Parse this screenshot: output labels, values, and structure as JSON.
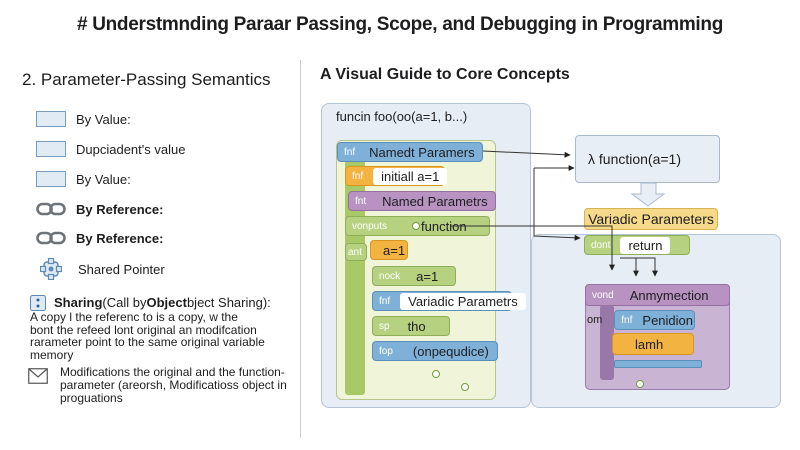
{
  "title": "# Understmnding Paraar Passing, Scope, and Debugging in Programming",
  "left": {
    "heading": "2. Parameter-Passing Semantics",
    "items": [
      {
        "label": "By Value:",
        "bold": false
      },
      {
        "label": "Dupciadent's value",
        "bold": false
      },
      {
        "label": "By Value:",
        "bold": false
      },
      {
        "label": "By Reference:",
        "bold": true
      },
      {
        "label": "By Reference:",
        "bold": true
      },
      {
        "label": "Shared Pointer",
        "bold": false
      }
    ],
    "sharing_head_a": "Sharing",
    "sharing_head_b": " (Call by ",
    "sharing_head_c": "Object",
    "sharing_head_d": "bject Sharing):",
    "sharing_lines": [
      "A copy l the referenc to is a copy, w the",
      "bont the refeed lont original an modifcation",
      "rarameter point to the same original variable",
      "memory"
    ],
    "modif_lines": [
      "Modifications the original and the function-",
      "parameter (areorsh, Modificatioss object in",
      "proguations"
    ]
  },
  "right": {
    "heading": "A Visual Guide to Core Concepts",
    "func_label": "funcin foo(oo(a=1, b...)",
    "blocks": {
      "named_tag": "fnf",
      "named_label": "Namedt Paramers",
      "initial_tag": "fnf",
      "initial_label": "initiall a=1",
      "named2_tag": "fnt",
      "named2_label": "Named Parametrs",
      "outputs_tag": "vonputs",
      "outputs_label": "function",
      "ant_tag": "ant",
      "a1_label": "a=1",
      "nock_tag": "nock",
      "nock_label": "a=1",
      "var2_tag": "fnf",
      "var2_label": "Variadic Parametrs",
      "sp_tag": "sp",
      "sp_label": "tho",
      "fop_tag": "fop",
      "fop_label": "(onpequdice)"
    },
    "lambda_text": "λ  function(a=1)",
    "variadic_label": "Variadic Parameters",
    "dont_tag": "dont",
    "return_label": "return",
    "vond_tag": "vond",
    "anon_label": "Anmymection",
    "om_tag": "om",
    "pen_tag": "fnf",
    "pen_label": "Penidion",
    "lamh_label": "lamh"
  }
}
